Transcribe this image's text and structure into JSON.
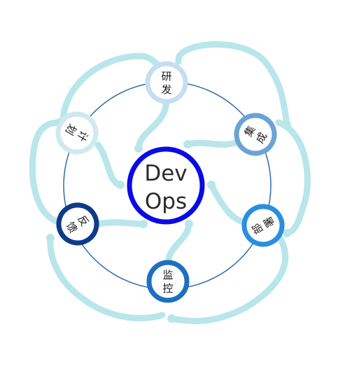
{
  "center": {
    "line1": "Dev",
    "line2": "Ops",
    "ring_color": "#0a0ae6"
  },
  "connector_color": "#b8e6ea",
  "ring_line_color": "#2e6ab0",
  "nodes": [
    {
      "key": "dev",
      "char1": "研",
      "char2": "发",
      "ring_color": "#c6def2"
    },
    {
      "key": "build",
      "char1": "集",
      "char2": "成",
      "ring_color": "#6aa3d6"
    },
    {
      "key": "deploy",
      "char1": "部",
      "char2": "署",
      "ring_color": "#2a8ee0"
    },
    {
      "key": "monitor",
      "char1": "监",
      "char2": "控",
      "ring_color": "#1e6fc0"
    },
    {
      "key": "feedback",
      "char1": "反",
      "char2": "馈",
      "ring_color": "#0e3a8a"
    },
    {
      "key": "plan",
      "char1": "计",
      "char2": "划",
      "ring_color": "#cfe9ef"
    }
  ]
}
